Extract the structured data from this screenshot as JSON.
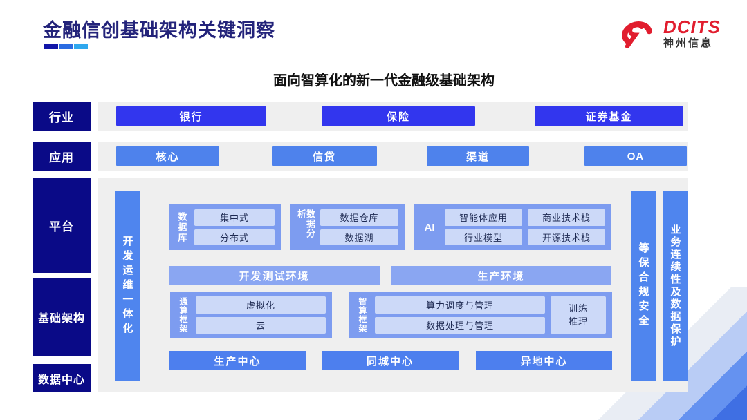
{
  "header": {
    "title": "金融信创基础架构关键洞察",
    "logo": {
      "brand": "DCITS",
      "company": "神州信息"
    }
  },
  "subtitle": "面向智算化的新一代金融级基础架构",
  "diagram": {
    "rows": {
      "industry": {
        "label": "行业",
        "items": [
          "银行",
          "保险",
          "证券基金"
        ]
      },
      "application": {
        "label": "应用",
        "items": [
          "核心",
          "信贷",
          "渠道",
          "OA"
        ]
      },
      "platform": {
        "label": "平台"
      },
      "infrastructure": {
        "label": "基础架构"
      },
      "datacenter": {
        "label": "数据中心"
      }
    },
    "devops_bar": "开发运维一体化",
    "security_bar": "等保合规安全",
    "continuity_bar": "业务连续性及数据保护",
    "platform_groups": {
      "database": {
        "label": "数据库",
        "items": [
          "集中式",
          "分布式"
        ]
      },
      "analytics": {
        "label": "数据分析",
        "items": [
          "数据仓库",
          "数据湖"
        ]
      },
      "ai": {
        "label": "AI",
        "items": [
          "智能体应用",
          "行业模型",
          "商业技术栈",
          "开源技术栈"
        ]
      }
    },
    "environments": [
      "开发测试环境",
      "生产环境"
    ],
    "frameworks": {
      "general": {
        "label": "通算框架",
        "items": [
          "虚拟化",
          "云"
        ]
      },
      "intelligent": {
        "label": "智算框架",
        "items": [
          "算力调度与管理",
          "数据处理与管理"
        ],
        "side_item": "训练\n推理"
      }
    },
    "centers": [
      "生产中心",
      "同城中心",
      "异地中心"
    ]
  },
  "colors": {
    "title": "#23237a",
    "underline_segments": [
      "#1216a8",
      "#2b6ce2",
      "#2fa8ee"
    ],
    "label_box": "#0a0a87",
    "panel_gray": "#efefef",
    "industry_pill": "#3236ee",
    "application_pill": "#4e82ec",
    "vertical_bar": "#4f85ee",
    "group_box": "#7d9cf0",
    "inner_box": "#ccd9f8",
    "env_bar": "#8aa6f2",
    "center_bar": "#4d7fee",
    "logo_red": "#e11d2e"
  }
}
